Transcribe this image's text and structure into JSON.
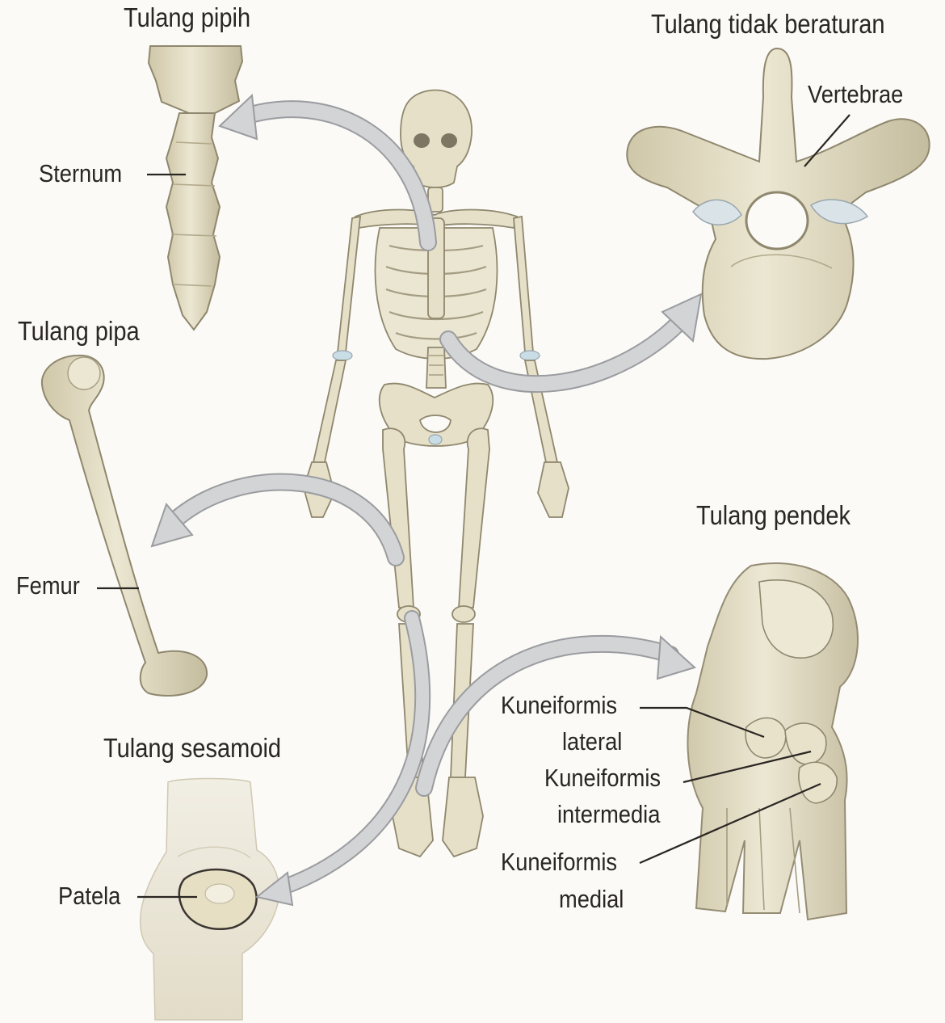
{
  "headings": {
    "flat": "Tulang pipih",
    "irregular": "Tulang tidak beraturan",
    "long": "Tulang pipa",
    "short": "Tulang pendek",
    "sesamoid": "Tulang sesamoid"
  },
  "labels": {
    "sternum": "Sternum",
    "vertebrae": "Vertebrae",
    "femur": "Femur",
    "patela": "Patela",
    "cuneiform_lateral": [
      "Kuneiformis",
      "lateral"
    ],
    "cuneiform_intermediate": [
      "Kuneiformis",
      "intermedia"
    ],
    "cuneiform_medial": [
      "Kuneiformis",
      "medial"
    ]
  },
  "colors": {
    "bone": "#e6e0c8",
    "bone_shadow": "#bdb498",
    "bone_outline": "#8f876e",
    "cartilage": "#c9dde6",
    "arrow_fill": "#d3d4d6",
    "arrow_stroke": "#9a9ca0",
    "text": "#2a2622",
    "background": "#fbfaf6"
  }
}
